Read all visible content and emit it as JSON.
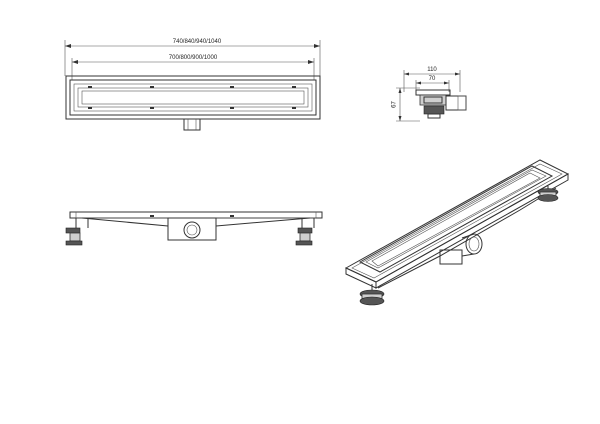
{
  "drawing": {
    "dimensions": {
      "overall_length": "740/840/940/1040",
      "inner_length": "700/800/900/1000",
      "side_width_outer": "110",
      "side_width_inner": "70",
      "side_height": "67"
    }
  }
}
